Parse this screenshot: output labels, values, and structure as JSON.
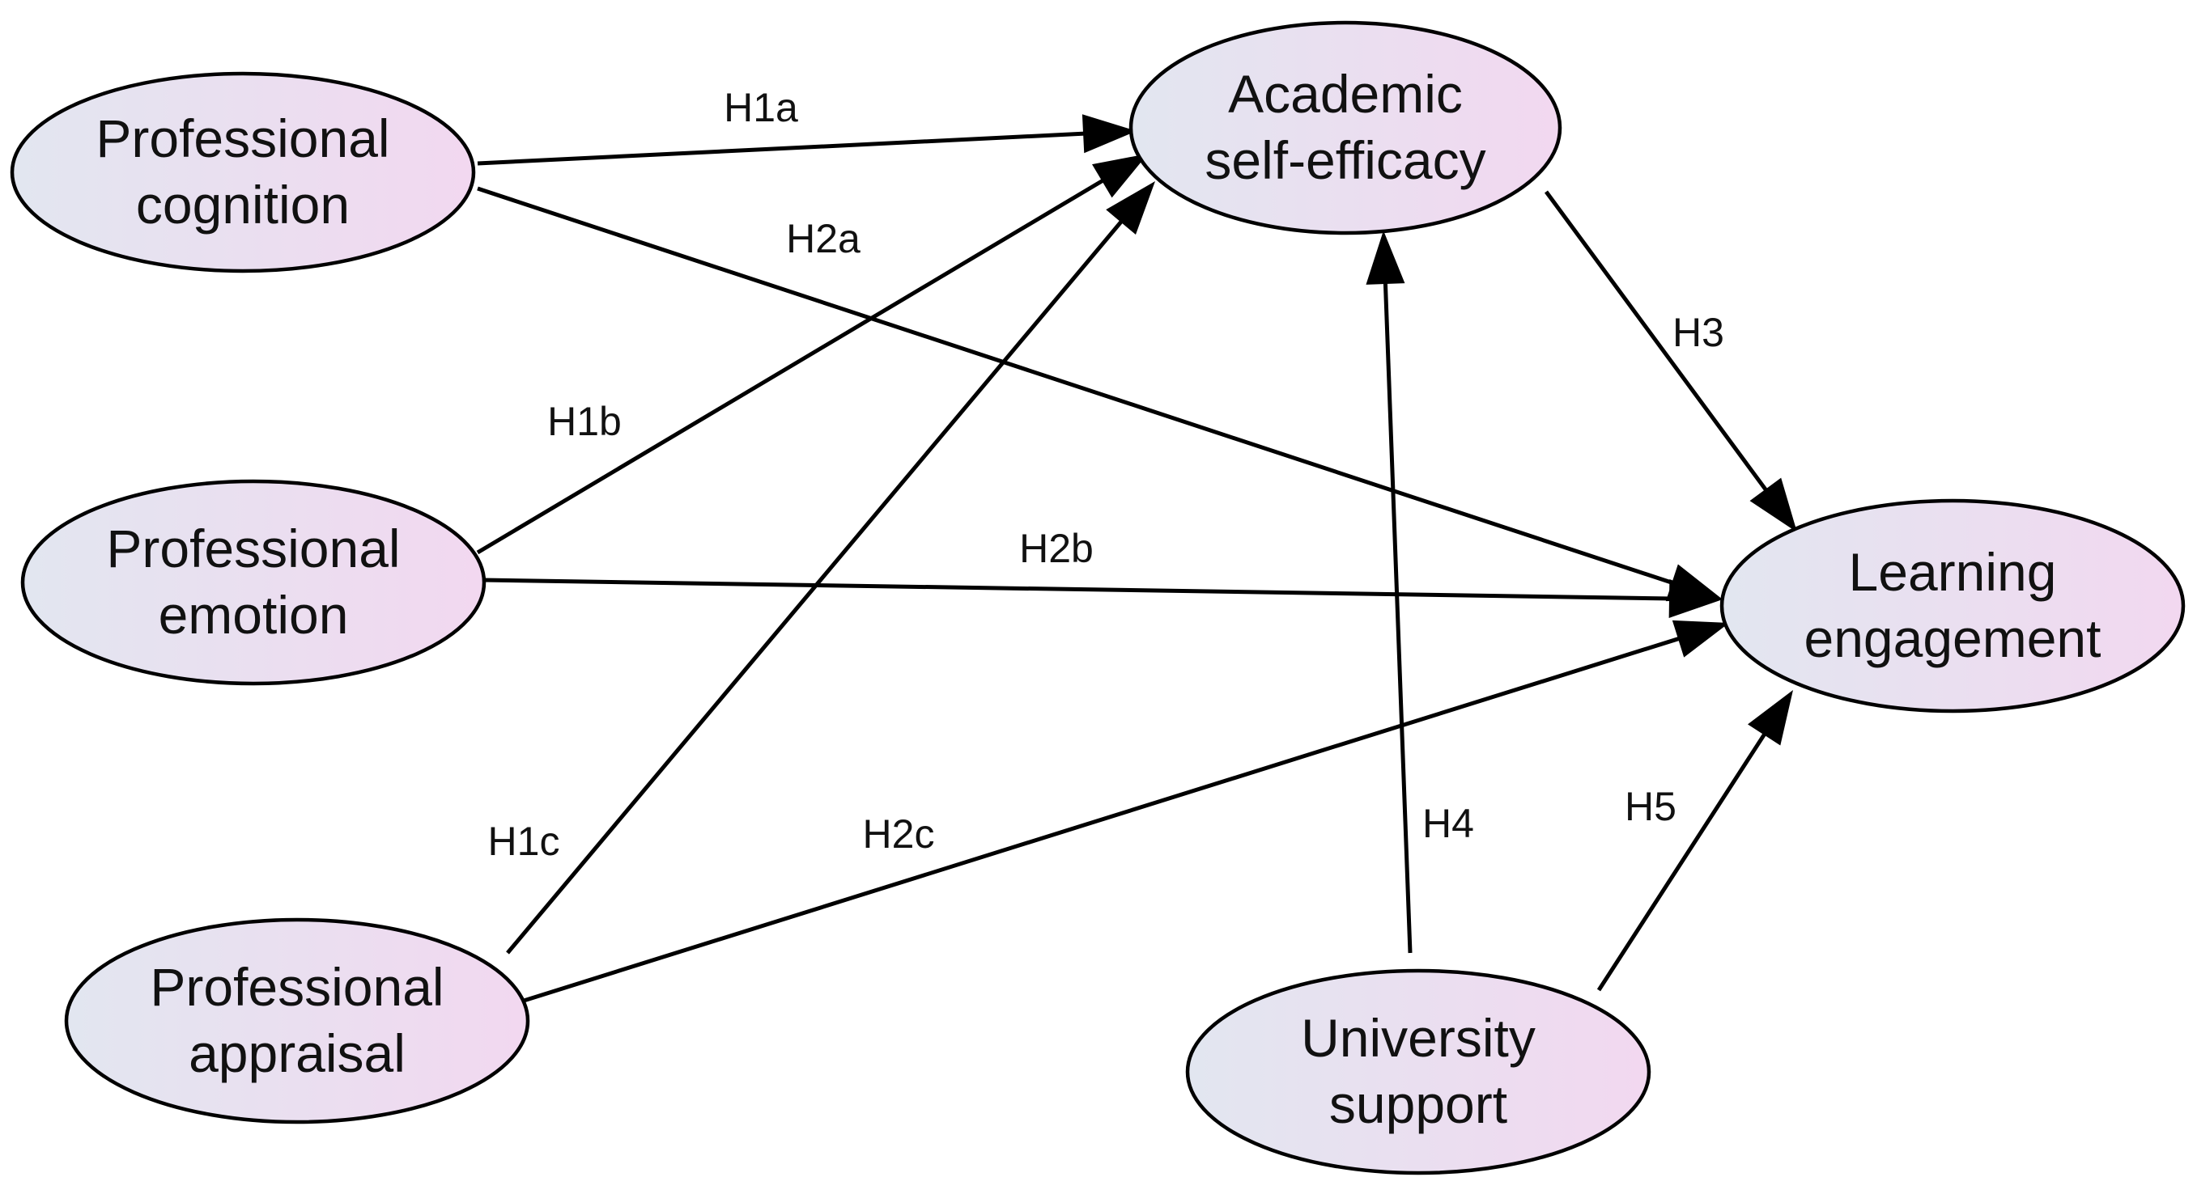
{
  "nodes": [
    {
      "id": "cognition",
      "lines": [
        "Professional",
        "cognition"
      ]
    },
    {
      "id": "emotion",
      "lines": [
        "Professional",
        "emotion"
      ]
    },
    {
      "id": "appraisal",
      "lines": [
        "Professional",
        "appraisal"
      ]
    },
    {
      "id": "efficacy",
      "lines": [
        "Academic",
        "self-efficacy"
      ]
    },
    {
      "id": "engagement",
      "lines": [
        "Learning",
        "engagement"
      ]
    },
    {
      "id": "support",
      "lines": [
        "University",
        "support"
      ]
    }
  ],
  "edges": [
    {
      "id": "h1a",
      "label": "H1a",
      "from": "cognition",
      "to": "efficacy"
    },
    {
      "id": "h1b",
      "label": "H1b",
      "from": "emotion",
      "to": "efficacy"
    },
    {
      "id": "h1c",
      "label": "H1c",
      "from": "appraisal",
      "to": "efficacy"
    },
    {
      "id": "h2a",
      "label": "H2a",
      "from": "cognition",
      "to": "engagement"
    },
    {
      "id": "h2b",
      "label": "H2b",
      "from": "emotion",
      "to": "engagement"
    },
    {
      "id": "h2c",
      "label": "H2c",
      "from": "appraisal",
      "to": "engagement"
    },
    {
      "id": "h3",
      "label": "H3",
      "from": "efficacy",
      "to": "engagement"
    },
    {
      "id": "h4",
      "label": "H4",
      "from": "support",
      "to": "efficacy"
    },
    {
      "id": "h5",
      "label": "H5",
      "from": "support",
      "to": "engagement"
    }
  ],
  "colors": {
    "node_fill_left": "#e2e6f0",
    "node_fill_right": "#f2d8f0",
    "stroke": "#000000",
    "text": "#111111"
  }
}
